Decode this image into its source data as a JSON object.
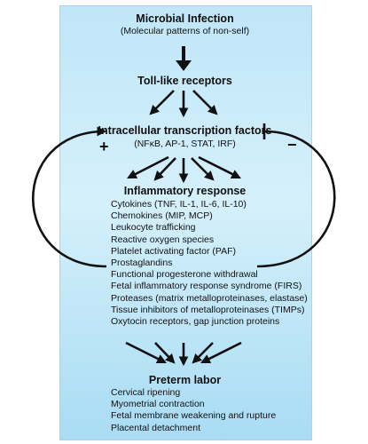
{
  "infection": {
    "title": "Microbial Infection",
    "subtitle": "(Molecular patterns of non-self)"
  },
  "receptors": {
    "title": "Toll-like receptors"
  },
  "transcription": {
    "title": "Intracellular transcription factors",
    "subtitle": "(NFκB, AP-1, STAT, IRF)"
  },
  "feedback": {
    "positive": "+",
    "negative": "−"
  },
  "inflammatory": {
    "title": "Inflammatory response",
    "items": [
      "Cytokines (TNF, IL-1, IL-6, IL-10)",
      "Chemokines (MIP, MCP)",
      "Leukocyte trafficking",
      "Reactive oxygen species",
      "Platelet activating factor (PAF)",
      "Prostaglandins",
      "Functional progesterone withdrawal",
      "Fetal inflammatory response syndrome (FIRS)",
      "Proteases (matrix metalloproteinases, elastase)",
      "Tissue inhibitors of metalloproteinases (TIMPs)",
      "Oxytocin receptors, gap junction proteins"
    ]
  },
  "preterm": {
    "title": "Preterm labor",
    "items": [
      "Cervical ripening",
      "Myometrial contraction",
      "Fetal membrane weakening and rupture",
      "Placental detachment"
    ]
  }
}
